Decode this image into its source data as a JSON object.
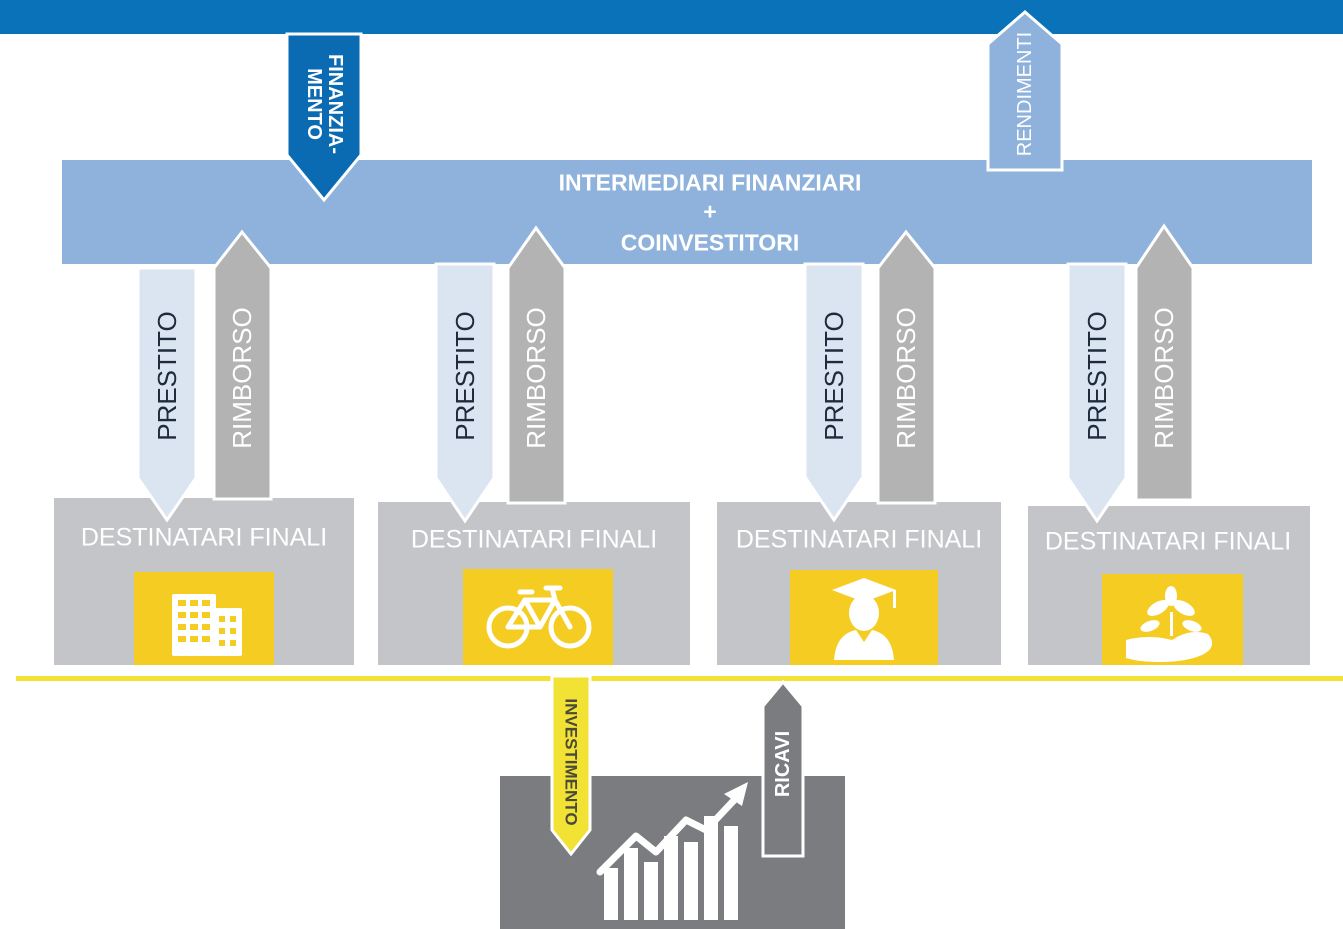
{
  "header": {
    "text": ""
  },
  "intermediaries": {
    "line1": "INTERMEDIARI FINANZIARI",
    "plus": "+",
    "line2": "COINVESTITORI"
  },
  "finanziamento": {
    "line1": "FINANZIA-",
    "line2": "MENTO"
  },
  "rendimenti": {
    "label": "RENDIMENTI"
  },
  "flows": [
    {
      "prestito": "PRESTITO",
      "rimborso": "RIMBORSO",
      "destinatari": "DESTINATARI FINALI",
      "icon": "building-icon"
    },
    {
      "prestito": "PRESTITO",
      "rimborso": "RIMBORSO",
      "destinatari": "DESTINATARI FINALI",
      "icon": "bicycle-icon"
    },
    {
      "prestito": "PRESTITO",
      "rimborso": "RIMBORSO",
      "destinatari": "DESTINATARI FINALI",
      "icon": "graduate-icon"
    },
    {
      "prestito": "PRESTITO",
      "rimborso": "RIMBORSO",
      "destinatari": "DESTINATARI FINALI",
      "icon": "plant-in-hand-icon"
    }
  ],
  "bottom": {
    "investimento": "INVESTIMENTO",
    "ricavi": "RICAVI",
    "icon": "growth-chart-icon"
  },
  "colors": {
    "header_blue": "#0a72b9",
    "intermediaries_blue": "#8eb2dc",
    "finanziamento_blue": "#0a6bb3",
    "prestito_arrow": "#dbe5f2",
    "rimborso_arrow": "#b3b3b3",
    "destinatari_box": "#c4c5c8",
    "icon_yellow": "#f5cd22",
    "divider_yellow": "#f2e234",
    "bottom_box": "#7a7c7f"
  }
}
